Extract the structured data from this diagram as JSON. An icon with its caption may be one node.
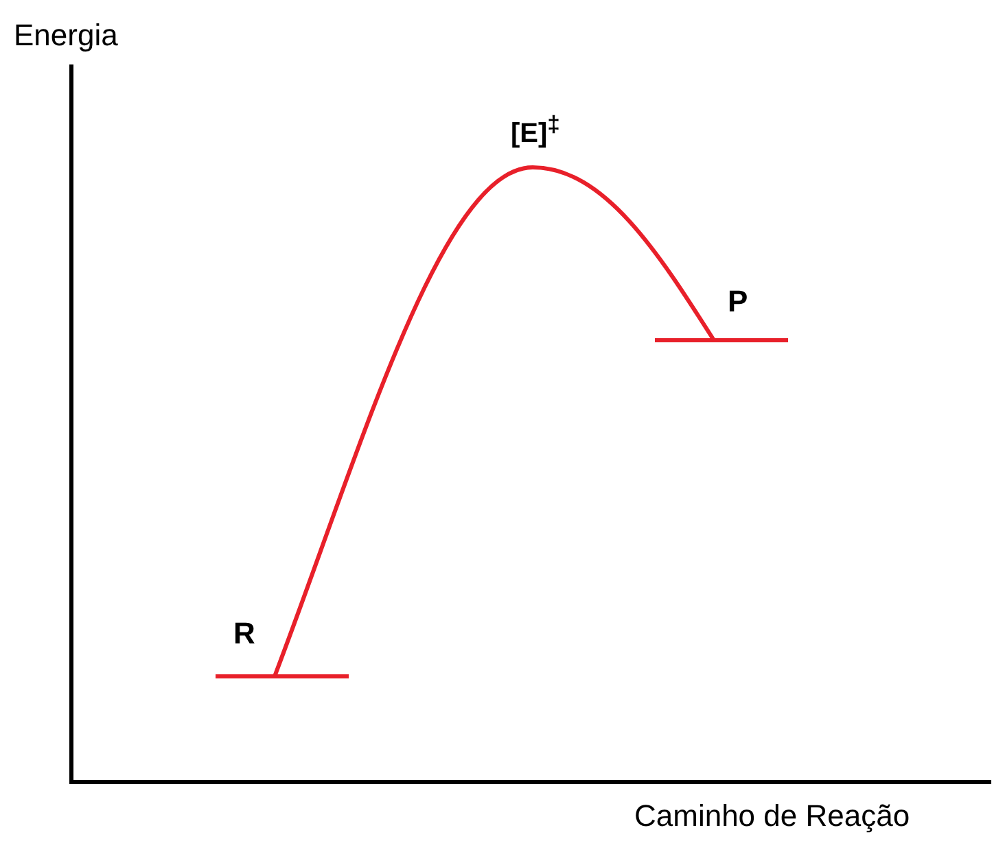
{
  "diagram": {
    "labels": [
      "Energia",
      "[E]$^{‡}$",
      "P",
      "R",
      "Caminho de Reação"
    ]
  }
}
